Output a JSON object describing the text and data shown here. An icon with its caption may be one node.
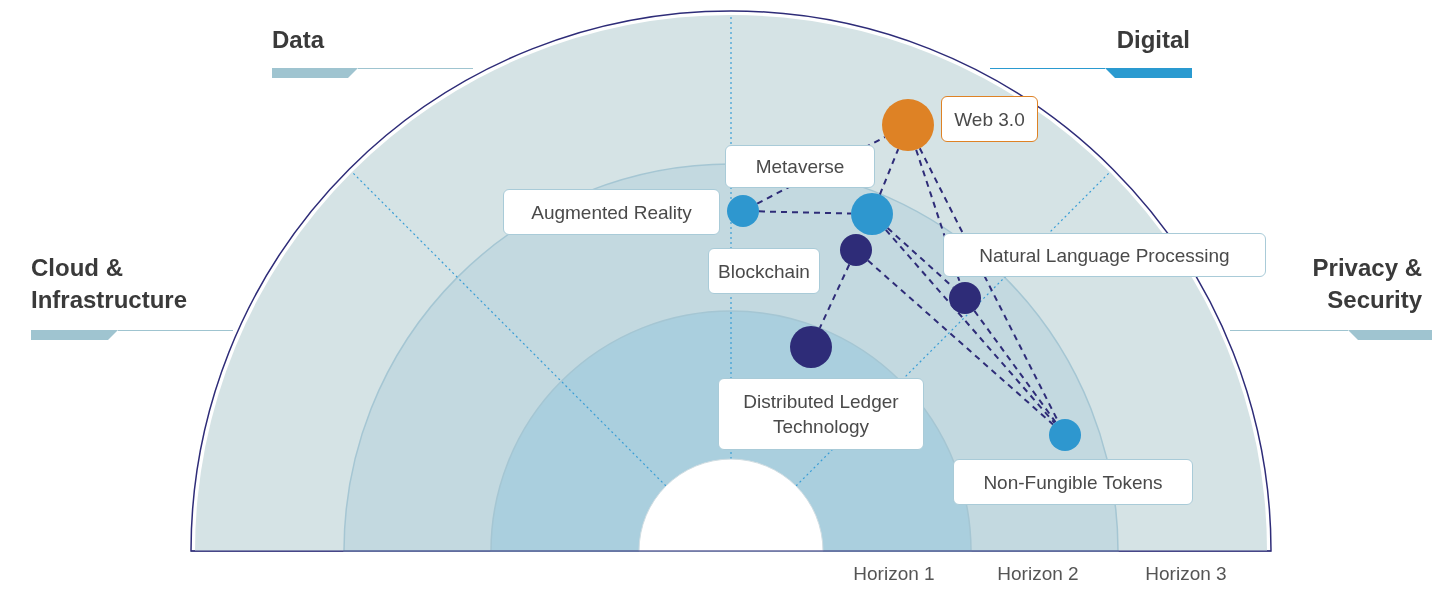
{
  "diagram": {
    "nodes": [
      {
        "text": [],
        "shape": "circle",
        "beside": [
          "Web 3.0"
        ]
      },
      {
        "text": [],
        "shape": "circle",
        "beside": [
          "Metaverse"
        ]
      },
      {
        "text": [],
        "shape": "circle",
        "beside": [
          "Augmented Reality"
        ]
      },
      {
        "text": [],
        "shape": "circle",
        "beside": [
          "Blockchain"
        ]
      },
      {
        "text": [],
        "shape": "circle",
        "beside": [
          "Natural Language Processing"
        ]
      },
      {
        "text": [],
        "shape": "circle",
        "beside": [
          "Distributed Ledger Technology"
        ]
      },
      {
        "text": [],
        "shape": "circle",
        "beside": [
          "Non-Fungible Tokens"
        ]
      }
    ],
    "edges": [
      {
        "from": 2,
        "to": 0,
        "arrow": "none",
        "style": "dashed"
      },
      {
        "from": 2,
        "to": 1,
        "arrow": "none",
        "style": "dashed"
      },
      {
        "from": 1,
        "to": 0,
        "arrow": "none",
        "style": "dashed"
      },
      {
        "from": 0,
        "to": 4,
        "arrow": "none",
        "style": "dashed"
      },
      {
        "from": 0,
        "to": 6,
        "arrow": "none",
        "style": "dashed"
      },
      {
        "from": 1,
        "to": 4,
        "arrow": "none",
        "style": "dashed"
      },
      {
        "from": 1,
        "to": 6,
        "arrow": "none",
        "style": "dashed"
      },
      {
        "from": 4,
        "to": 6,
        "arrow": "none",
        "style": "dashed"
      },
      {
        "from": 3,
        "to": 5,
        "arrow": "none",
        "style": "dashed"
      },
      {
        "from": 3,
        "to": 6,
        "arrow": "none",
        "style": "dashed"
      }
    ],
    "labels": [
      "Data",
      "Digital",
      "Cloud & Infrastructure",
      "Privacy & Security",
      "Horizon 1",
      "Horizon 2",
      "Horizon 3"
    ]
  }
}
